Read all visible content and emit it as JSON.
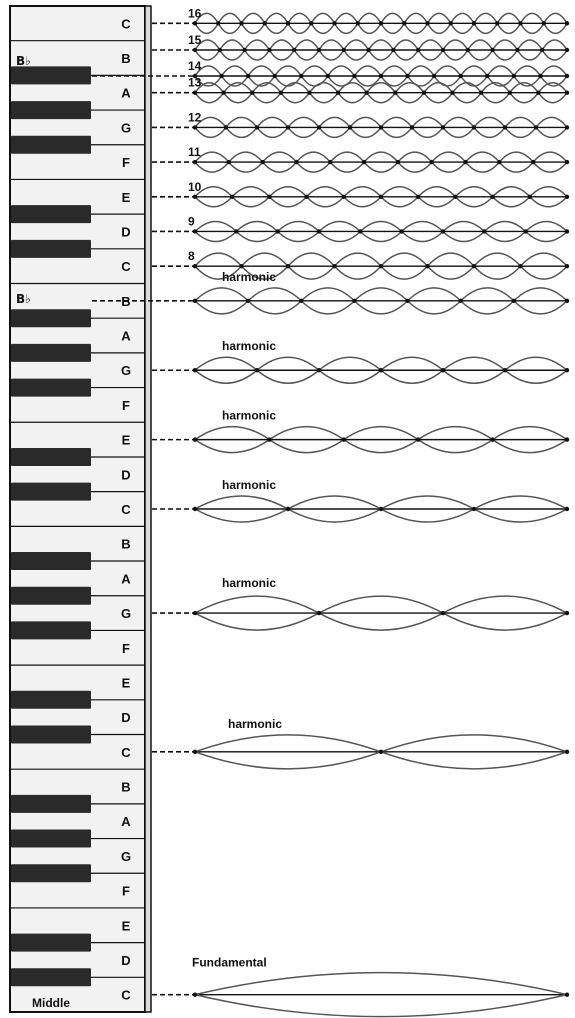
{
  "keyboard": {
    "middle_label": "Middle",
    "flat_label": "B♭",
    "white_keys": [
      "C",
      "B",
      "A",
      "G",
      "F",
      "E",
      "D",
      "C",
      "B",
      "A",
      "G",
      "F",
      "E",
      "D",
      "C",
      "B",
      "A",
      "G",
      "F",
      "E",
      "D",
      "C",
      "B",
      "A",
      "G",
      "F",
      "E",
      "D",
      "C"
    ]
  },
  "harmonics": [
    {
      "n": 16,
      "number_label": "16",
      "name": ""
    },
    {
      "n": 15,
      "number_label": "15",
      "name": ""
    },
    {
      "n": 14,
      "number_label": "14",
      "name": ""
    },
    {
      "n": 13,
      "number_label": "13",
      "name": ""
    },
    {
      "n": 12,
      "number_label": "12",
      "name": ""
    },
    {
      "n": 11,
      "number_label": "11",
      "name": ""
    },
    {
      "n": 10,
      "number_label": "10",
      "name": ""
    },
    {
      "n": 9,
      "number_label": "9",
      "name": ""
    },
    {
      "n": 8,
      "number_label": "8",
      "name": ""
    },
    {
      "n": 7,
      "number_label": "",
      "name": "harmonic"
    },
    {
      "n": 6,
      "number_label": "",
      "name": "harmonic"
    },
    {
      "n": 5,
      "number_label": "",
      "name": "harmonic"
    },
    {
      "n": 4,
      "number_label": "",
      "name": "harmonic"
    },
    {
      "n": 3,
      "number_label": "",
      "name": "harmonic"
    },
    {
      "n": 2,
      "number_label": "",
      "name": "harmonic"
    },
    {
      "n": 1,
      "number_label": "",
      "name": "Fundamental"
    }
  ],
  "colors": {
    "ink": "#111111",
    "wave": "#555555",
    "keyboard_bg": "#f2f2f2",
    "black_key": "#2a2a2a"
  }
}
